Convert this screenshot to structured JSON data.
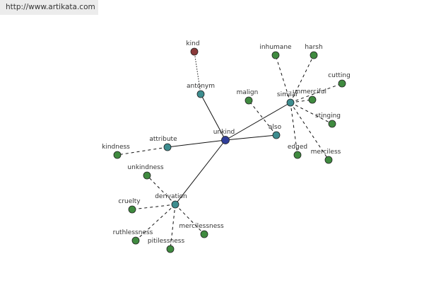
{
  "site_url": "http://www.artikata.com",
  "colors": {
    "center": "#2f3e99",
    "relation": "#3d8d8f",
    "word": "#3f8a3f",
    "antonym_word": "#8a3a3a",
    "edge": "#111111"
  },
  "center": {
    "id": "unkind",
    "label": "unkind"
  },
  "relations": [
    {
      "id": "antonym",
      "label": "antonym"
    },
    {
      "id": "attribute",
      "label": "attribute"
    },
    {
      "id": "similar",
      "label": "similar"
    },
    {
      "id": "also",
      "label": "also"
    },
    {
      "id": "derivation",
      "label": "derivation"
    }
  ],
  "words": [
    {
      "id": "kind",
      "label": "kind",
      "relation": "antonym",
      "style": "dotted",
      "color": "antonym"
    },
    {
      "id": "kindness",
      "label": "kindness",
      "relation": "attribute",
      "style": "dashed",
      "color": "word"
    },
    {
      "id": "inhumane",
      "label": "inhumane",
      "relation": "similar",
      "style": "dashed",
      "color": "word"
    },
    {
      "id": "harsh",
      "label": "harsh",
      "relation": "similar",
      "style": "dashed",
      "color": "word"
    },
    {
      "id": "unmerciful",
      "label": "unmerciful",
      "relation": "similar",
      "style": "dashed",
      "color": "word"
    },
    {
      "id": "cutting",
      "label": "cutting",
      "relation": "similar",
      "style": "dashed",
      "color": "word"
    },
    {
      "id": "stinging",
      "label": "stinging",
      "relation": "similar",
      "style": "dashed",
      "color": "word"
    },
    {
      "id": "edged",
      "label": "edged",
      "relation": "similar",
      "style": "dashed",
      "color": "word"
    },
    {
      "id": "merciless",
      "label": "merciless",
      "relation": "similar",
      "style": "dashed",
      "color": "word"
    },
    {
      "id": "malign",
      "label": "malign",
      "relation": "also",
      "style": "dashed",
      "color": "word"
    },
    {
      "id": "unkindness",
      "label": "unkindness",
      "relation": "derivation",
      "style": "dashed",
      "color": "word"
    },
    {
      "id": "cruelty",
      "label": "cruelty",
      "relation": "derivation",
      "style": "dashed",
      "color": "word"
    },
    {
      "id": "ruthlessness",
      "label": "ruthlessness",
      "relation": "derivation",
      "style": "dashed",
      "color": "word"
    },
    {
      "id": "pitilessness",
      "label": "pitilessness",
      "relation": "derivation",
      "style": "dashed",
      "color": "word"
    },
    {
      "id": "mercilessness",
      "label": "mercilessness",
      "relation": "derivation",
      "style": "dashed",
      "color": "word"
    }
  ]
}
